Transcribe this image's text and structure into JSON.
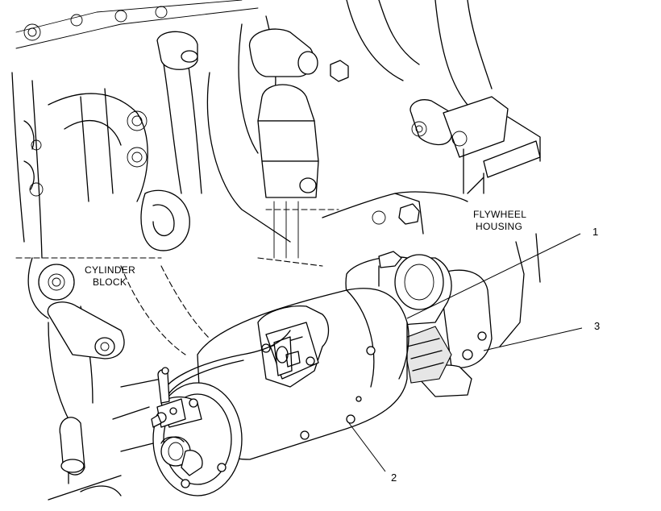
{
  "labels": {
    "cylinder_block": [
      "CYLINDER",
      "BLOCK"
    ],
    "flywheel_housing": [
      "FLYWHEEL",
      "HOUSING"
    ]
  },
  "callouts": {
    "c1": "1",
    "c2": "2",
    "c3": "3"
  }
}
